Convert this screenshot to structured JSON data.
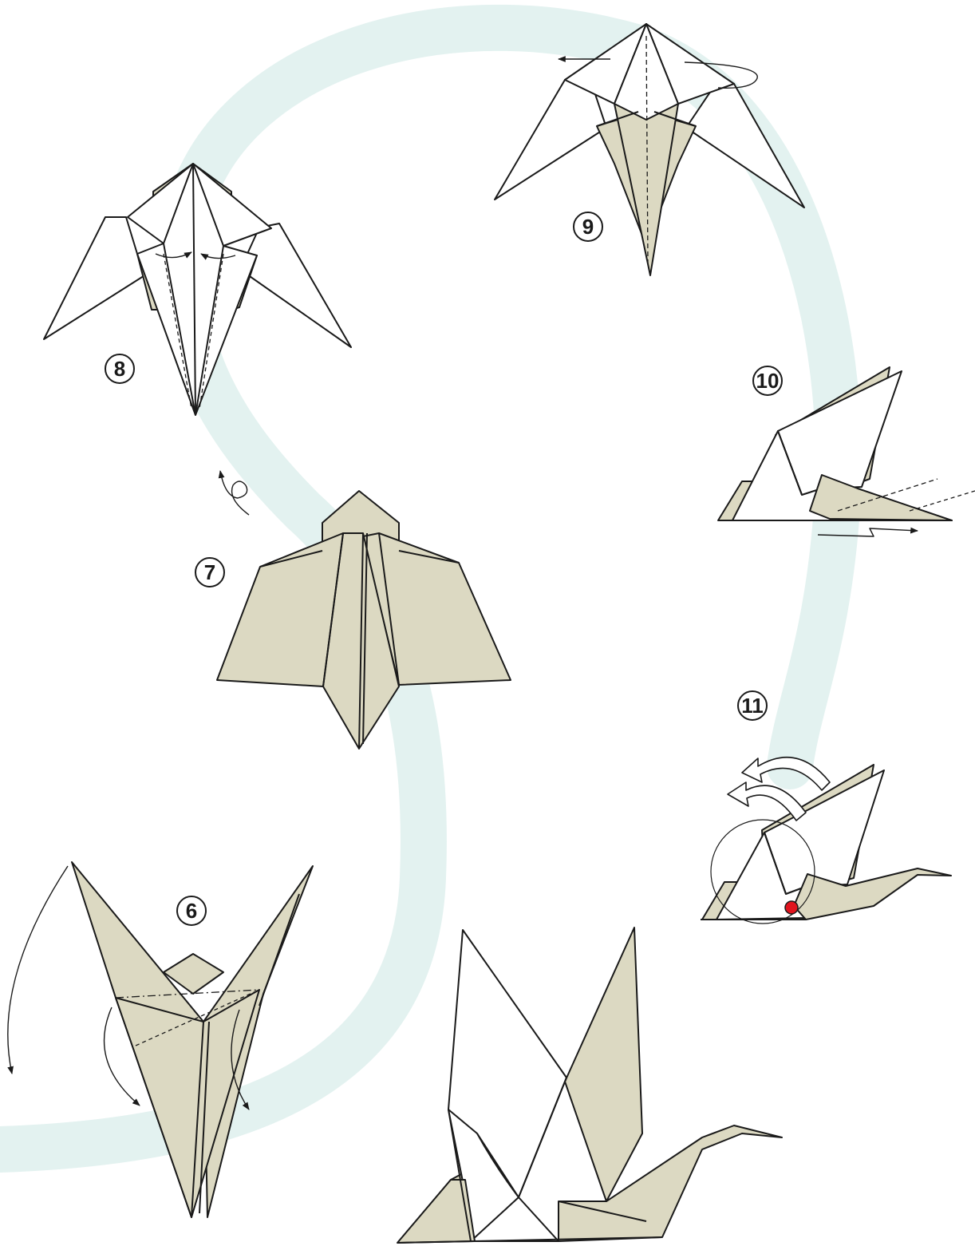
{
  "colors": {
    "paper_back": "#dcd9c2",
    "paper_front": "#ffffff",
    "outline": "#1a1a1a",
    "guide_path": "#e3f2f0",
    "pivot_dot": "#e0141e",
    "background": "#ffffff"
  },
  "steps": [
    {
      "number": "6",
      "name": "step-6"
    },
    {
      "number": "7",
      "name": "step-7"
    },
    {
      "number": "8",
      "name": "step-8"
    },
    {
      "number": "9",
      "name": "step-9"
    },
    {
      "number": "10",
      "name": "step-10"
    },
    {
      "number": "11",
      "name": "step-11"
    }
  ],
  "icons": {
    "turn_over": "turn-over-icon",
    "fold_arrow": "fold-arrow-icon",
    "pivot": "pivot-point-icon"
  }
}
